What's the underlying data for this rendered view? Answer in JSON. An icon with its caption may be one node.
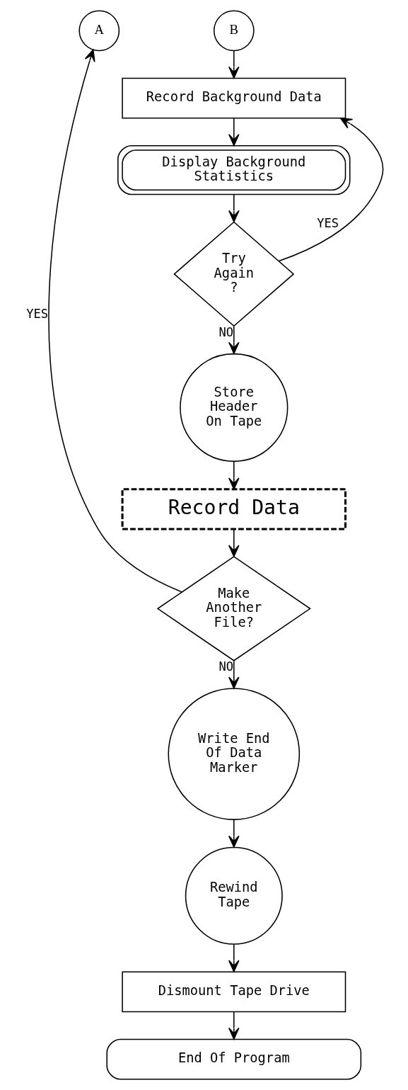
{
  "diagram": {
    "nodes": [
      {
        "text": [
          "A"
        ]
      },
      {
        "text": [
          "B"
        ]
      },
      {
        "text": [
          "Record Background Data"
        ]
      },
      {
        "text": [
          "Display Background Statistics"
        ]
      },
      {
        "text": [
          "Try Again ?"
        ]
      },
      {
        "text": [
          "Store Header On Tape"
        ]
      },
      {
        "text": [
          "Record Data"
        ]
      },
      {
        "text": [
          "Make Another File?"
        ]
      },
      {
        "text": [
          "Write End Of Data Marker"
        ]
      },
      {
        "text": [
          "Rewind Tape"
        ]
      },
      {
        "text": [
          "Dismount Tape Drive"
        ]
      },
      {
        "text": [
          "End Of Program"
        ]
      }
    ],
    "edges": [
      {
        "from": 1,
        "to": 2,
        "arrow": "to"
      },
      {
        "from": 2,
        "to": 3,
        "arrow": "to"
      },
      {
        "from": 3,
        "to": 4,
        "arrow": "to"
      },
      {
        "from": 4,
        "to": 2,
        "arrow": "to",
        "label": "YES"
      },
      {
        "from": 4,
        "to": 5,
        "arrow": "to",
        "label": "NO"
      },
      {
        "from": 5,
        "to": 6,
        "arrow": "to"
      },
      {
        "from": 6,
        "to": 7,
        "arrow": "to"
      },
      {
        "from": 7,
        "to": 0,
        "arrow": "to",
        "label": "YES"
      },
      {
        "from": 7,
        "to": 8,
        "arrow": "to",
        "label": "NO"
      },
      {
        "from": 8,
        "to": 9,
        "arrow": "to"
      },
      {
        "from": 9,
        "to": 10,
        "arrow": "to"
      },
      {
        "from": 10,
        "to": 11,
        "arrow": "to"
      }
    ]
  }
}
